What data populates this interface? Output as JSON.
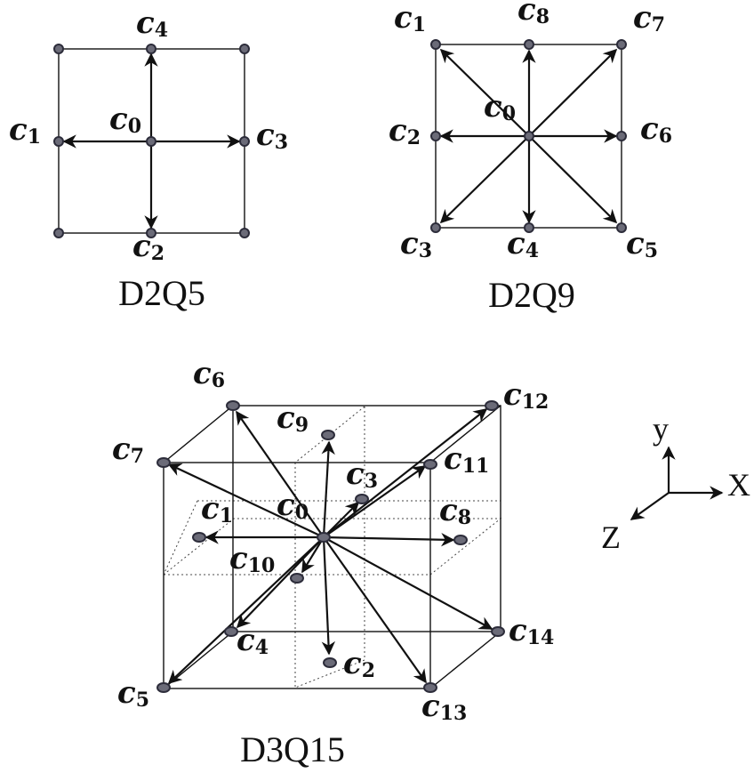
{
  "diagrams": {
    "d2q5": {
      "title": "D2Q5",
      "labels": {
        "c0": {
          "base": "c",
          "sub": "0"
        },
        "c1": {
          "base": "c",
          "sub": "1"
        },
        "c2": {
          "base": "c",
          "sub": "2"
        },
        "c3": {
          "base": "c",
          "sub": "3"
        },
        "c4": {
          "base": "c",
          "sub": "4"
        }
      }
    },
    "d2q9": {
      "title": "D2Q9",
      "labels": {
        "c0": {
          "base": "c",
          "sub": "0"
        },
        "c1": {
          "base": "c",
          "sub": "1"
        },
        "c2": {
          "base": "c",
          "sub": "2"
        },
        "c3": {
          "base": "c",
          "sub": "3"
        },
        "c4": {
          "base": "c",
          "sub": "4"
        },
        "c5": {
          "base": "c",
          "sub": "5"
        },
        "c6": {
          "base": "c",
          "sub": "6"
        },
        "c7": {
          "base": "c",
          "sub": "7"
        },
        "c8": {
          "base": "c",
          "sub": "8"
        }
      }
    },
    "d3q15": {
      "title": "D3Q15",
      "labels": {
        "c0": {
          "base": "c",
          "sub": "0"
        },
        "c1": {
          "base": "c",
          "sub": "1"
        },
        "c2": {
          "base": "c",
          "sub": "2"
        },
        "c3": {
          "base": "c",
          "sub": "3"
        },
        "c4": {
          "base": "c",
          "sub": "4"
        },
        "c5": {
          "base": "c",
          "sub": "5"
        },
        "c6": {
          "base": "c",
          "sub": "6"
        },
        "c7": {
          "base": "c",
          "sub": "7"
        },
        "c8": {
          "base": "c",
          "sub": "8"
        },
        "c9": {
          "base": "c",
          "sub": "9"
        },
        "c10": {
          "base": "c",
          "sub": "10"
        },
        "c11": {
          "base": "c",
          "sub": "11"
        },
        "c12": {
          "base": "c",
          "sub": "12"
        },
        "c13": {
          "base": "c",
          "sub": "13"
        },
        "c14": {
          "base": "c",
          "sub": "14"
        }
      }
    },
    "axes": {
      "x": "X",
      "y": "y",
      "z": "Z"
    }
  },
  "colors": {
    "node_fill": "#6b6b78",
    "node_stroke": "#2c2c3a",
    "line": "#111111"
  }
}
